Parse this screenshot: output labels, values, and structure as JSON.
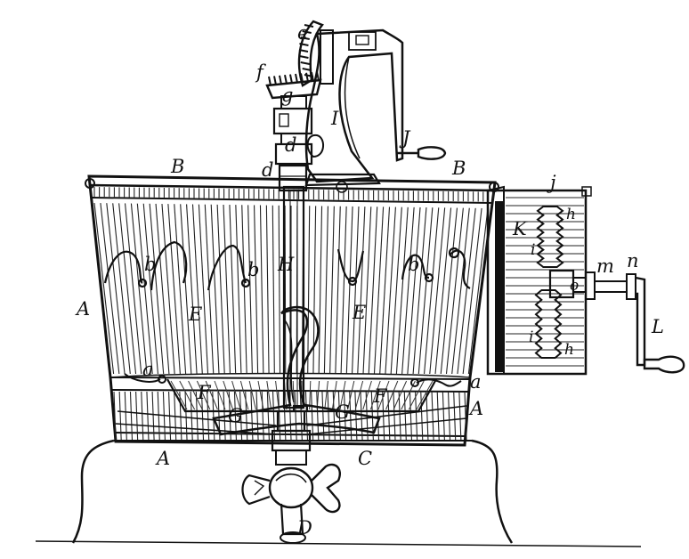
{
  "labels": [
    {
      "id": "e",
      "text": "e"
    },
    {
      "id": "f",
      "text": "f"
    },
    {
      "id": "g",
      "text": "g"
    },
    {
      "id": "I",
      "text": "I"
    },
    {
      "id": "J",
      "text": "J"
    },
    {
      "id": "d_upper",
      "text": "d"
    },
    {
      "id": "d_lower",
      "text": "d"
    },
    {
      "id": "B_left",
      "text": "B"
    },
    {
      "id": "B_right",
      "text": "B"
    },
    {
      "id": "j",
      "text": "j"
    },
    {
      "id": "h_upper",
      "text": "h"
    },
    {
      "id": "K",
      "text": "K"
    },
    {
      "id": "i_upper",
      "text": "i"
    },
    {
      "id": "m",
      "text": "m"
    },
    {
      "id": "n",
      "text": "n"
    },
    {
      "id": "o",
      "text": "o"
    },
    {
      "id": "L",
      "text": "L"
    },
    {
      "id": "i_lower",
      "text": "i"
    },
    {
      "id": "h_lower",
      "text": "h"
    },
    {
      "id": "A_left",
      "text": "A"
    },
    {
      "id": "b_1",
      "text": "b"
    },
    {
      "id": "b_2",
      "text": "b"
    },
    {
      "id": "b_3",
      "text": "b"
    },
    {
      "id": "H",
      "text": "H"
    },
    {
      "id": "E_left",
      "text": "E"
    },
    {
      "id": "E_right",
      "text": "E"
    },
    {
      "id": "a_left",
      "text": "a"
    },
    {
      "id": "a_right",
      "text": "a"
    },
    {
      "id": "F_left",
      "text": "F"
    },
    {
      "id": "F_right",
      "text": "F"
    },
    {
      "id": "G_left",
      "text": "G"
    },
    {
      "id": "G_right",
      "text": "G"
    },
    {
      "id": "A_right",
      "text": "A"
    },
    {
      "id": "A_bottom",
      "text": "A"
    },
    {
      "id": "C",
      "text": "C"
    },
    {
      "id": "D",
      "text": "D"
    }
  ]
}
